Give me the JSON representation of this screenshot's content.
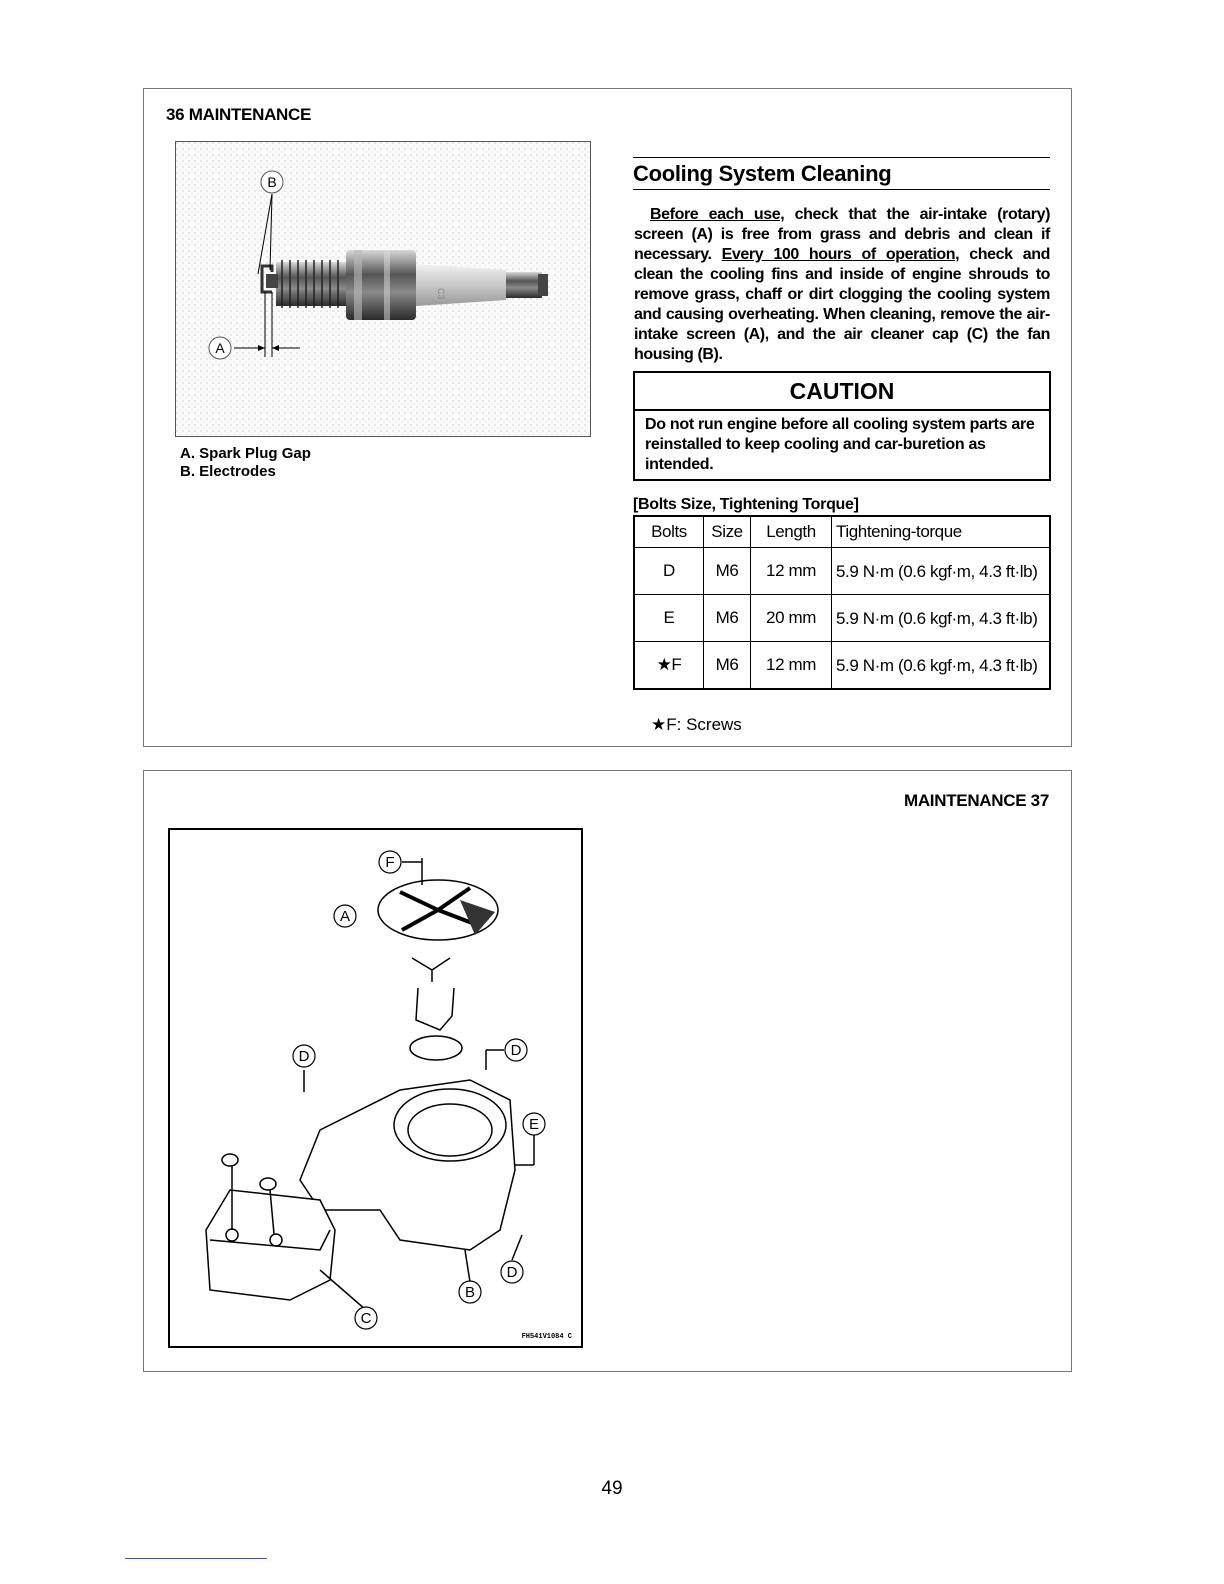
{
  "top_page": {
    "header": "36 MAINTENANCE",
    "figure_labels": {
      "a": "A",
      "b": "B"
    },
    "captions": [
      "A. Spark Plug Gap",
      "B. Electrodes"
    ],
    "section_title": "Cooling System Cleaning",
    "paragraph": {
      "u1": "Before each use,",
      "t1": " check that the air-intake (rotary) screen (A) is free from grass and debris and clean if necessary. ",
      "u2": "Every 100 hours of operation,",
      "t2": " check and clean the cooling fins and inside of engine shrouds to remove grass, chaff or dirt clogging the cooling system and causing overheating. When cleaning, remove the air-intake screen (A), and the air cleaner cap (C) the fan housing (B)."
    },
    "caution": {
      "title": "CAUTION",
      "text": "Do not run engine before all cooling system parts are reinstalled to keep cooling and car-buretion as intended."
    },
    "table": {
      "title": "[Bolts Size, Tightening Torque]",
      "headers": [
        "Bolts",
        "Size",
        "Length",
        "Tightening-torque"
      ],
      "rows": [
        [
          "D",
          "M6",
          "12 mm",
          "5.9 N·m (0.6 kgf·m, 4.3 ft·lb)"
        ],
        [
          "E",
          "M6",
          "20 mm",
          "5.9 N·m (0.6 kgf·m, 4.3 ft·lb)"
        ],
        [
          "★F",
          "M6",
          "12 mm",
          "5.9 N·m (0.6 kgf·m, 4.3 ft·lb)"
        ]
      ]
    },
    "footnote": "★F: Screws"
  },
  "bottom_page": {
    "header": "MAINTENANCE 37",
    "figure_labels": {
      "a": "A",
      "b": "B",
      "c": "C",
      "d": "D",
      "e": "E",
      "f": "F"
    },
    "figure_code": "FH541V1084 C"
  },
  "page_number": "49",
  "colors": {
    "text": "#000000",
    "border": "#777777",
    "page": "#ffffff"
  }
}
